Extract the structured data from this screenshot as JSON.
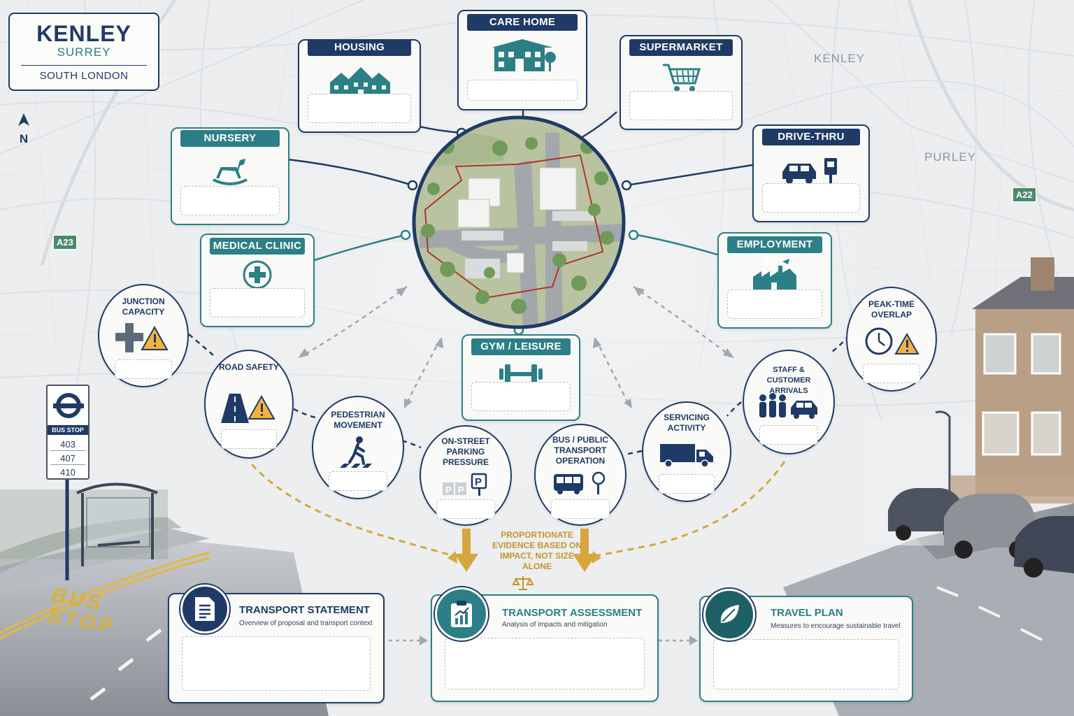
{
  "location": {
    "title": "KENLEY",
    "county": "SURREY",
    "region": "SOUTH LONDON",
    "north_label": "N"
  },
  "map_labels": {
    "kenley": "KENLEY",
    "purley": "PURLEY",
    "a23": "A23",
    "a22": "A22"
  },
  "land_uses": {
    "housing": "HOUSING",
    "care_home": "CARE HOME",
    "supermarket": "SUPERMARKET",
    "nursery": "NURSERY",
    "drive_thru": "DRIVE-THRU",
    "medical_clinic": "MEDICAL CLINIC",
    "employment_site": "EMPLOYMENT SITE",
    "gym_leisure": "GYM / LEISURE"
  },
  "impacts": {
    "junction_capacity": "JUNCTION CAPACITY",
    "road_safety": "ROAD SAFETY",
    "pedestrian_movement": "PEDESTRIAN MOVEMENT",
    "on_street_parking": "ON-STREET PARKING PRESSURE",
    "bus_transport": "BUS / PUBLIC TRANSPORT OPERATION",
    "servicing_activity": "SERVICING ACTIVITY",
    "staff_customer_arrivals": "STAFF & CUSTOMER ARRIVALS",
    "peak_time_overlap": "PEAK-TIME OVERLAP"
  },
  "proportionate_note": "PROPORTIONATE EVIDENCE BASED ON IMPACT, NOT SIZE ALONE",
  "documents": {
    "statement": {
      "title": "TRANSPORT STATEMENT",
      "desc": "Overview of proposal and transport context"
    },
    "assessment": {
      "title": "TRANSPORT ASSESSMENT",
      "desc": "Analysis of impacts and mitigation"
    },
    "travel_plan": {
      "title": "TRAVEL PLAN",
      "desc": "Measures to encourage sustainable travel"
    }
  },
  "bus_stop": {
    "sign_label": "BUS STOP",
    "routes": [
      "403",
      "407",
      "410"
    ],
    "road_marking": "BUS STOP"
  },
  "colors": {
    "navy": "#1f3a66",
    "teal": "#2c7f86",
    "gold": "#c59528",
    "site_boundary": "#b0342b",
    "warning": "#f2b33d"
  },
  "icons": {
    "housing": "houses-icon",
    "care_home": "care-home-icon",
    "supermarket": "shopping-cart-icon",
    "nursery": "rocking-horse-icon",
    "drive_thru": "car-kiosk-icon",
    "medical_clinic": "medical-cross-icon",
    "employment_site": "factory-icon",
    "gym_leisure": "dumbbell-icon"
  }
}
